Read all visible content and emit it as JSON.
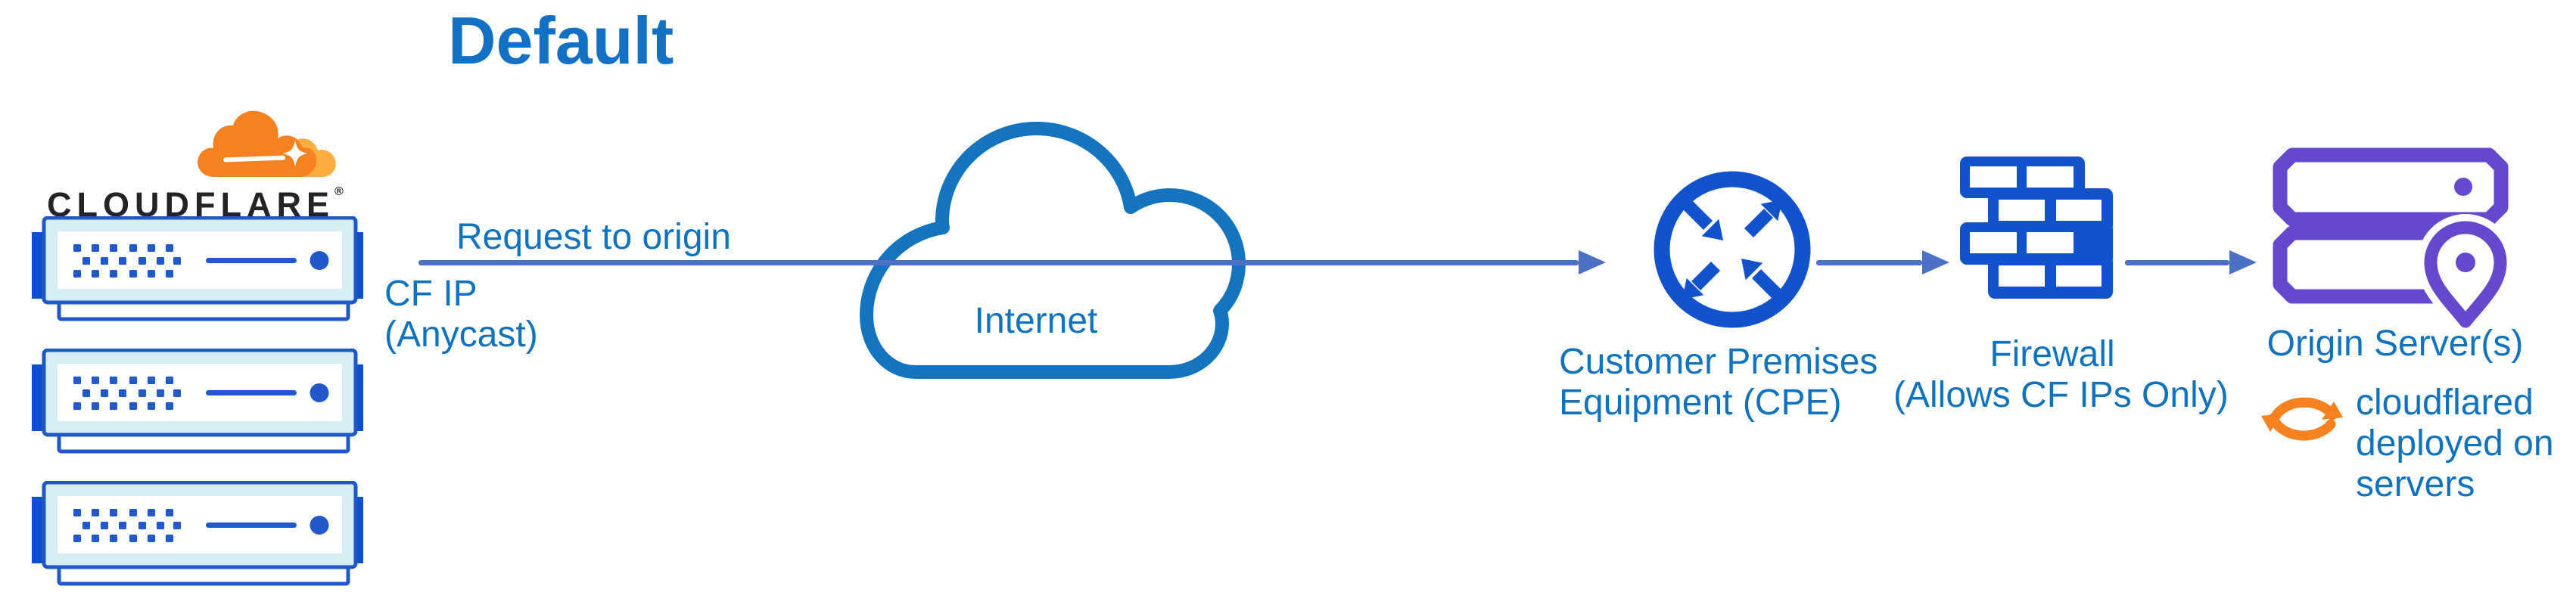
{
  "title": "Default",
  "brand": {
    "wordmark": "CLOUDFLARE",
    "registered": "®"
  },
  "flow": {
    "request_label": "Request to origin",
    "cf_ip_lines": [
      "CF IP",
      "(Anycast)"
    ],
    "internet_label": "Internet",
    "cpe_label_lines": [
      "Customer Premises",
      "Equipment (CPE)"
    ],
    "firewall_label_lines": [
      "Firewall",
      "(Allows CF IPs Only)"
    ],
    "origin_label": "Origin Server(s)",
    "cloudflared_lines": [
      "cloudflared",
      "deployed on",
      "servers"
    ]
  },
  "icons": {
    "brand_logo": "cloudflare-cloud-logo",
    "edge_servers": "server-rack-icon (x3)",
    "internet": "internet-cloud-icon",
    "cpe": "router-arrows-icon",
    "firewall": "brick-wall-icon",
    "origin": "server-stack-location-icon",
    "cloudflared": "sync-arrows-icon",
    "connectors": "right-arrow (x3)"
  },
  "colors": {
    "title_blue": "#1371c5",
    "label_blue": "#1173be",
    "icon_blue": "#1253cd",
    "server_border_blue": "#2058c8",
    "server_tab_blue": "#0e4fd1",
    "server_fill_cyan": "#d7edf4",
    "cloud_stroke_blue": "#1574bf",
    "arrow_slate_blue": "#4c70c4",
    "origin_purple": "#6648ce",
    "cloudflare_orange": "#f6821f",
    "cloudflare_light_orange": "#fbad41",
    "wordmark_dark": "#242424"
  }
}
